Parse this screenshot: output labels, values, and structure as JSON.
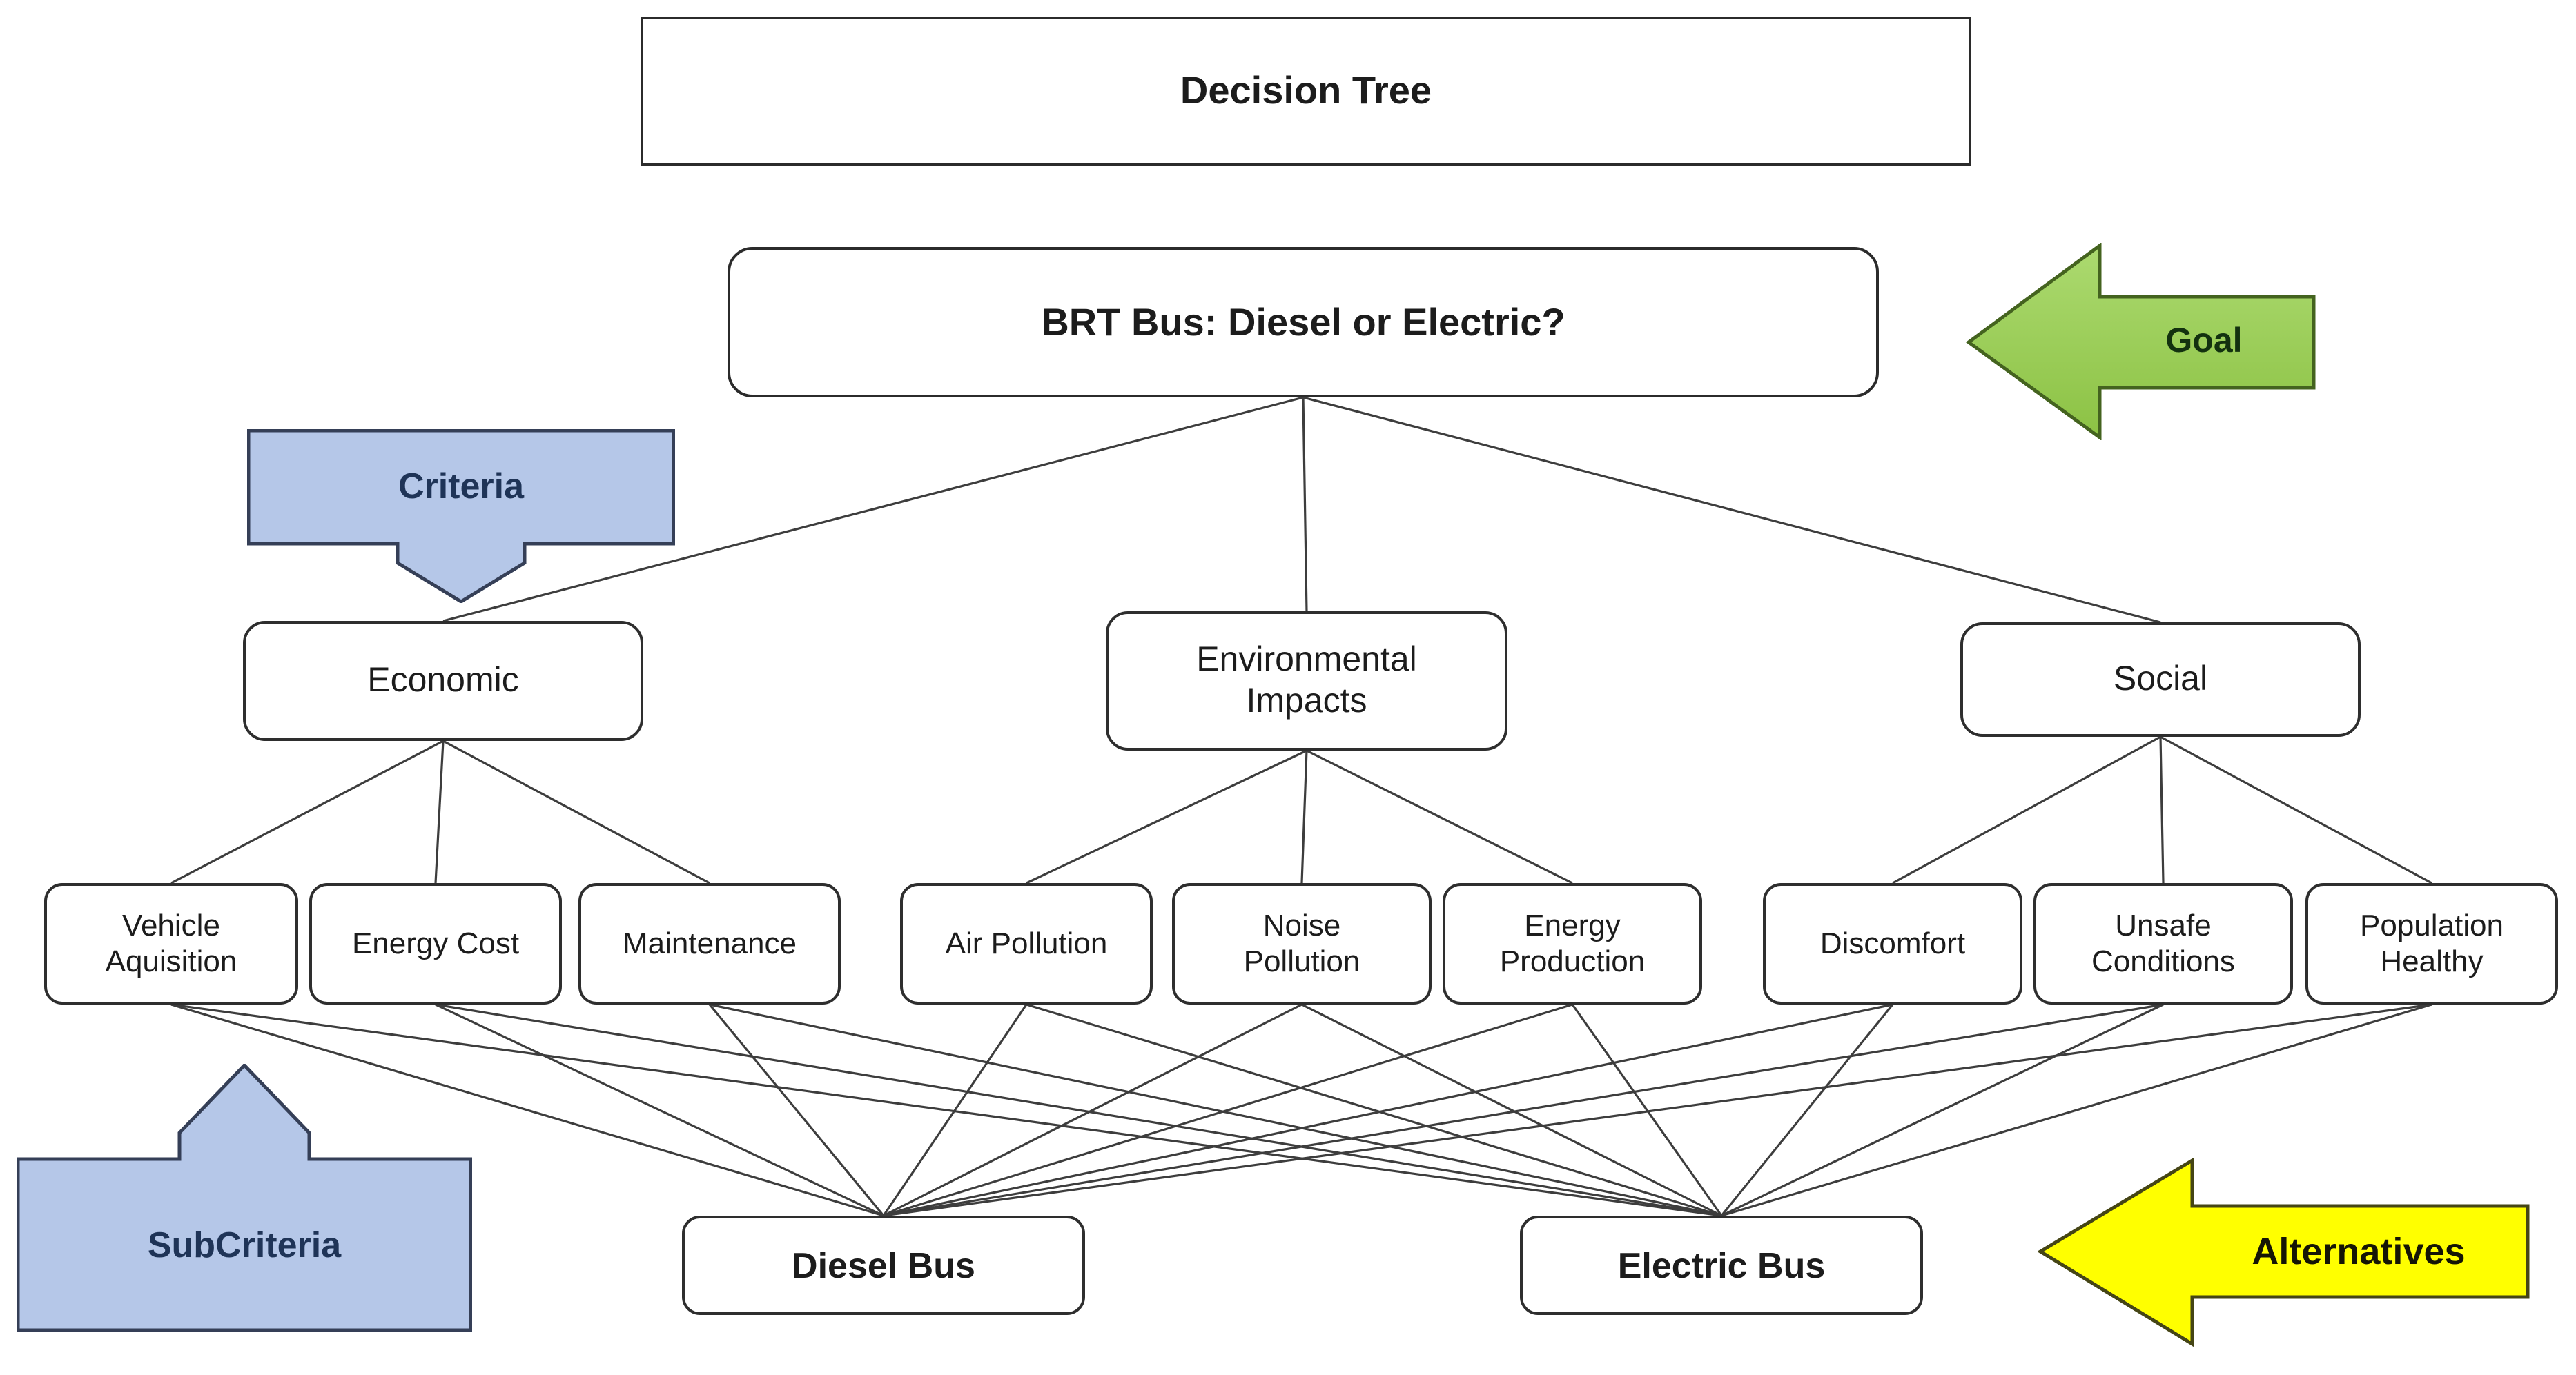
{
  "diagram": {
    "title": "Decision Tree",
    "goal": {
      "id": "goal",
      "label": "BRT Bus: Diesel or Electric?"
    },
    "criteria": [
      {
        "id": "economic",
        "label": "Economic"
      },
      {
        "id": "environmental",
        "label": "Environmental\nImpacts"
      },
      {
        "id": "social",
        "label": "Social"
      }
    ],
    "subcriteria": [
      {
        "id": "vehicle-aquisition",
        "label": "Vehicle\nAquisition"
      },
      {
        "id": "energy-cost",
        "label": "Energy Cost"
      },
      {
        "id": "maintenance",
        "label": "Maintenance"
      },
      {
        "id": "air-pollution",
        "label": "Air Pollution"
      },
      {
        "id": "noise-pollution",
        "label": "Noise\nPollution"
      },
      {
        "id": "energy-production",
        "label": "Energy\nProduction"
      },
      {
        "id": "discomfort",
        "label": "Discomfort"
      },
      {
        "id": "unsafe-conditions",
        "label": "Unsafe\nConditions"
      },
      {
        "id": "population-healthy",
        "label": "Population\nHealthy"
      }
    ],
    "alternatives": [
      {
        "id": "diesel-bus",
        "label": "Diesel Bus"
      },
      {
        "id": "electric-bus",
        "label": "Electric Bus"
      }
    ],
    "annotations": {
      "goal": {
        "label": "Goal",
        "fill": "#9BCD55"
      },
      "criteria": {
        "label": "Criteria",
        "fill": "#B5C7E8"
      },
      "subcriteria": {
        "label": "SubCriteria",
        "fill": "#B5C7E8"
      },
      "alternatives": {
        "label": "Alternatives",
        "fill": "#FFFF00"
      }
    },
    "edges": [
      [
        "goal",
        "economic"
      ],
      [
        "goal",
        "environmental"
      ],
      [
        "goal",
        "social"
      ],
      [
        "economic",
        "vehicle-aquisition"
      ],
      [
        "economic",
        "energy-cost"
      ],
      [
        "economic",
        "maintenance"
      ],
      [
        "environmental",
        "air-pollution"
      ],
      [
        "environmental",
        "noise-pollution"
      ],
      [
        "environmental",
        "energy-production"
      ],
      [
        "social",
        "discomfort"
      ],
      [
        "social",
        "unsafe-conditions"
      ],
      [
        "social",
        "population-healthy"
      ],
      [
        "vehicle-aquisition",
        "diesel-bus"
      ],
      [
        "vehicle-aquisition",
        "electric-bus"
      ],
      [
        "energy-cost",
        "diesel-bus"
      ],
      [
        "energy-cost",
        "electric-bus"
      ],
      [
        "maintenance",
        "diesel-bus"
      ],
      [
        "maintenance",
        "electric-bus"
      ],
      [
        "air-pollution",
        "diesel-bus"
      ],
      [
        "air-pollution",
        "electric-bus"
      ],
      [
        "noise-pollution",
        "diesel-bus"
      ],
      [
        "noise-pollution",
        "electric-bus"
      ],
      [
        "energy-production",
        "diesel-bus"
      ],
      [
        "energy-production",
        "electric-bus"
      ],
      [
        "discomfort",
        "diesel-bus"
      ],
      [
        "discomfort",
        "electric-bus"
      ],
      [
        "unsafe-conditions",
        "diesel-bus"
      ],
      [
        "unsafe-conditions",
        "electric-bus"
      ],
      [
        "population-healthy",
        "diesel-bus"
      ],
      [
        "population-healthy",
        "electric-bus"
      ]
    ]
  }
}
